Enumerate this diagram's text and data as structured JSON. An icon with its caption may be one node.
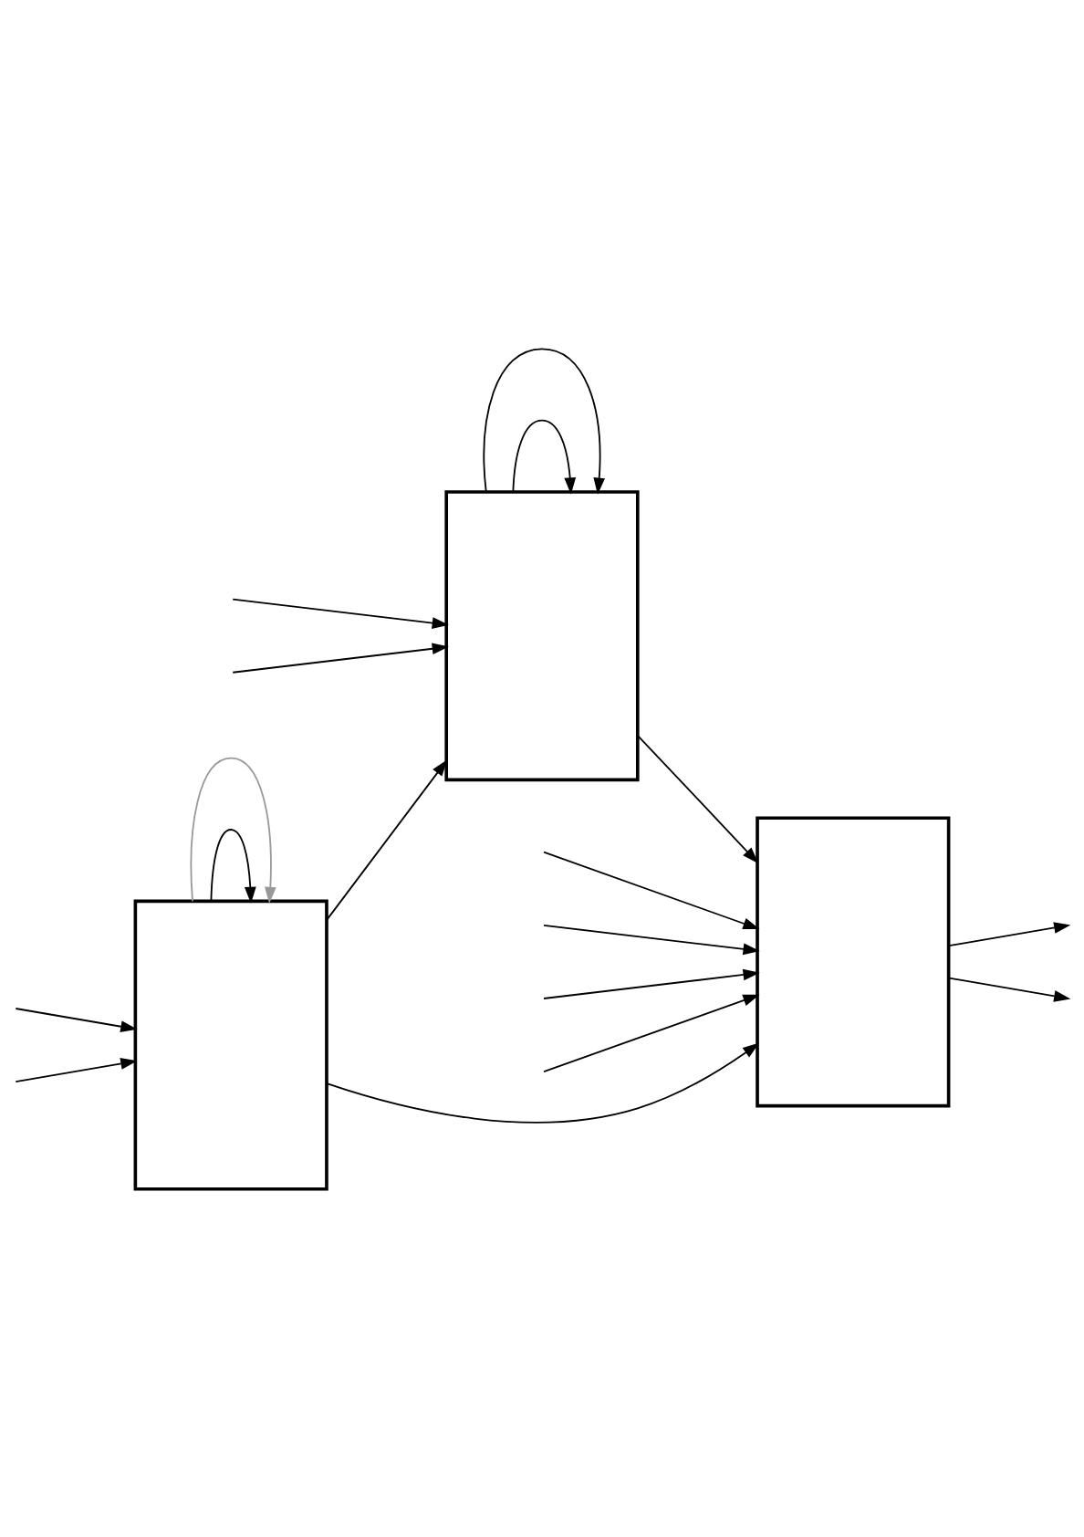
{
  "diagram": {
    "nodes": [
      {
        "text": [],
        "shape": "box"
      },
      {
        "text": [],
        "shape": "box"
      },
      {
        "text": [],
        "shape": "box"
      }
    ],
    "edges": [
      {
        "from": 0,
        "to": 0,
        "arrow": "to"
      },
      {
        "from": 0,
        "to": 0,
        "arrow": "to"
      },
      {
        "from": 0,
        "to": 1,
        "arrow": "to"
      },
      {
        "from": 2,
        "to": 0,
        "arrow": "to"
      },
      {
        "from": null,
        "to": 0,
        "arrow": "to"
      },
      {
        "from": null,
        "to": 0,
        "arrow": "to"
      },
      {
        "from": null,
        "to": 1,
        "arrow": "to"
      },
      {
        "from": null,
        "to": 1,
        "arrow": "to"
      },
      {
        "from": null,
        "to": 1,
        "arrow": "to"
      },
      {
        "from": null,
        "to": 1,
        "arrow": "to"
      },
      {
        "from": 1,
        "to": null,
        "arrow": "to"
      },
      {
        "from": 1,
        "to": null,
        "arrow": "to"
      },
      {
        "from": 2,
        "to": 1,
        "arrow": "to"
      },
      {
        "from": 2,
        "to": 2,
        "arrow": "to"
      },
      {
        "from": 2,
        "to": 2,
        "arrow": "to",
        "color": "#999999"
      },
      {
        "from": null,
        "to": 2,
        "arrow": "to"
      },
      {
        "from": null,
        "to": 2,
        "arrow": "to"
      }
    ]
  }
}
